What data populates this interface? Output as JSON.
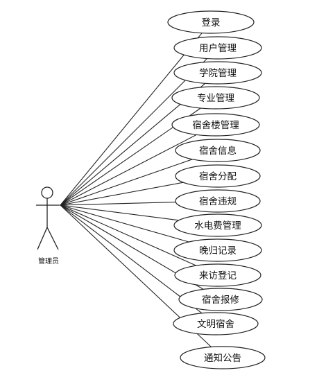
{
  "actor": {
    "label": "管理员"
  },
  "use_cases": [
    {
      "label": "登录"
    },
    {
      "label": "用户管理"
    },
    {
      "label": "学院管理"
    },
    {
      "label": "专业管理"
    },
    {
      "label": "宿舍楼管理"
    },
    {
      "label": "宿舍信息"
    },
    {
      "label": "宿舍分配"
    },
    {
      "label": "宿舍违规"
    },
    {
      "label": "水电费管理"
    },
    {
      "label": "晚归记录"
    },
    {
      "label": "来访登记"
    },
    {
      "label": "宿舍报修"
    },
    {
      "label": "文明宿舍"
    },
    {
      "label": "通知公告"
    }
  ]
}
